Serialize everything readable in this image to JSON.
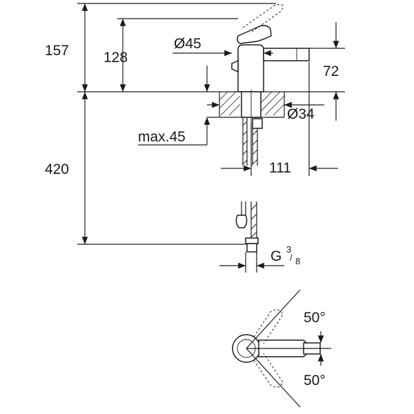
{
  "dimensions": {
    "overall_height": "157",
    "spout_height": "128",
    "lever_diameter": "Ø45",
    "spout_projection_height": "72",
    "hole_diameter": "Ø34",
    "max_deck_thickness": "max.45",
    "spout_reach": "111",
    "hose_length": "420",
    "thread_letter": "G",
    "thread_num": "3",
    "thread_den": "8"
  },
  "angles": {
    "upper": "50°",
    "lower": "50°"
  }
}
